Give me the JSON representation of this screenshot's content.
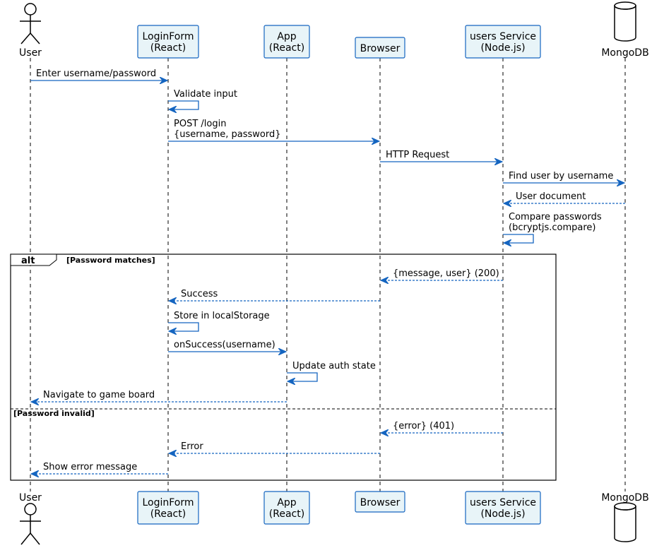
{
  "colors": {
    "arrow": "#1565c0",
    "box_fill": "#e8f4f8",
    "box_stroke": "#1565c0",
    "line": "#000000",
    "background": "#ffffff"
  },
  "participants": [
    {
      "id": "user",
      "kind": "actor",
      "label": "User"
    },
    {
      "id": "loginform",
      "kind": "box",
      "lines": [
        "LoginForm",
        "(React)"
      ]
    },
    {
      "id": "app",
      "kind": "box",
      "lines": [
        "App",
        "(React)"
      ]
    },
    {
      "id": "browser",
      "kind": "box",
      "lines": [
        "Browser"
      ]
    },
    {
      "id": "users",
      "kind": "box",
      "lines": [
        "users Service",
        "(Node.js)"
      ]
    },
    {
      "id": "mongodb",
      "kind": "database",
      "label": "MongoDB"
    }
  ],
  "messages": [
    {
      "from": "user",
      "to": "loginform",
      "lines": [
        "Enter username/password"
      ],
      "style": "solid"
    },
    {
      "from": "loginform",
      "to": "loginform",
      "lines": [
        "Validate input"
      ],
      "style": "solid"
    },
    {
      "from": "loginform",
      "to": "browser",
      "lines": [
        "POST /login",
        "{username, password}"
      ],
      "style": "solid"
    },
    {
      "from": "browser",
      "to": "users",
      "lines": [
        "HTTP Request"
      ],
      "style": "solid"
    },
    {
      "from": "users",
      "to": "mongodb",
      "lines": [
        "Find user by username"
      ],
      "style": "solid"
    },
    {
      "from": "mongodb",
      "to": "users",
      "lines": [
        "User document"
      ],
      "style": "dashed"
    },
    {
      "from": "users",
      "to": "users",
      "lines": [
        "Compare passwords",
        "(bcryptjs.compare)"
      ],
      "style": "solid"
    },
    {
      "from": "users",
      "to": "browser",
      "lines": [
        "{message, user} (200)"
      ],
      "style": "dashed"
    },
    {
      "from": "browser",
      "to": "loginform",
      "lines": [
        "Success"
      ],
      "style": "dashed"
    },
    {
      "from": "loginform",
      "to": "loginform",
      "lines": [
        "Store in localStorage"
      ],
      "style": "solid"
    },
    {
      "from": "loginform",
      "to": "app",
      "lines": [
        "onSuccess(username)"
      ],
      "style": "solid"
    },
    {
      "from": "app",
      "to": "app",
      "lines": [
        "Update auth state"
      ],
      "style": "solid"
    },
    {
      "from": "app",
      "to": "user",
      "lines": [
        "Navigate to game board"
      ],
      "style": "dashed"
    },
    {
      "from": "users",
      "to": "browser",
      "lines": [
        "{error} (401)"
      ],
      "style": "dashed"
    },
    {
      "from": "browser",
      "to": "loginform",
      "lines": [
        "Error"
      ],
      "style": "dashed"
    },
    {
      "from": "loginform",
      "to": "user",
      "lines": [
        "Show error message"
      ],
      "style": "dashed"
    }
  ],
  "fragment": {
    "tag": "alt",
    "guards": [
      "[Password matches]",
      "[Password invalid]"
    ]
  }
}
